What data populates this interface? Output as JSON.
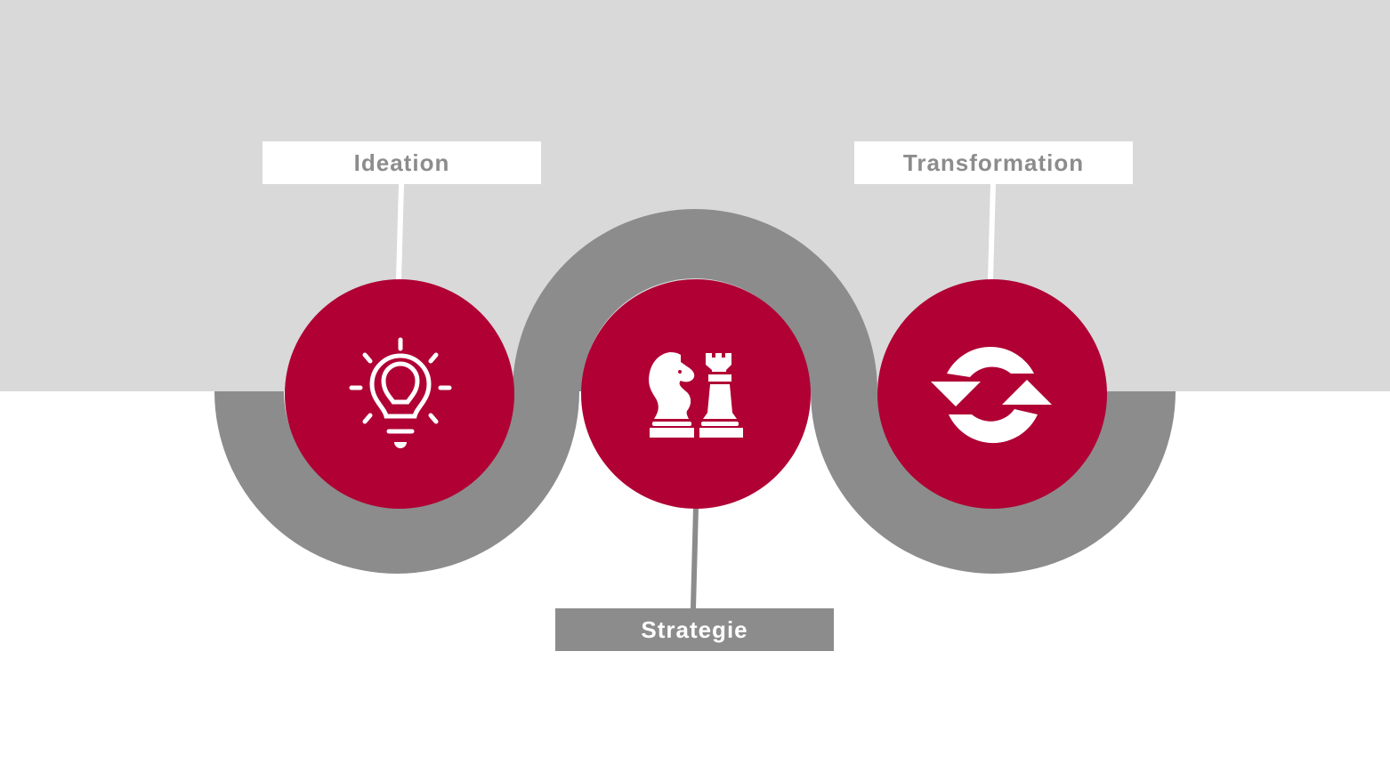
{
  "colors": {
    "top_band": "#d9d9d9",
    "background": "#ffffff",
    "connector_arc": "#8c8c8c",
    "node_fill": "#b00034",
    "icon": "#ffffff",
    "label_text_light_box": "#8c8c8c",
    "label_box_dark": "#8c8c8c",
    "label_text_dark_box": "#ffffff"
  },
  "nodes": [
    {
      "label": "Ideation",
      "icon": "lightbulb-icon"
    },
    {
      "label": "Strategie",
      "icon": "chess-pieces-icon"
    },
    {
      "label": "Transformation",
      "icon": "refresh-arrows-icon"
    }
  ]
}
